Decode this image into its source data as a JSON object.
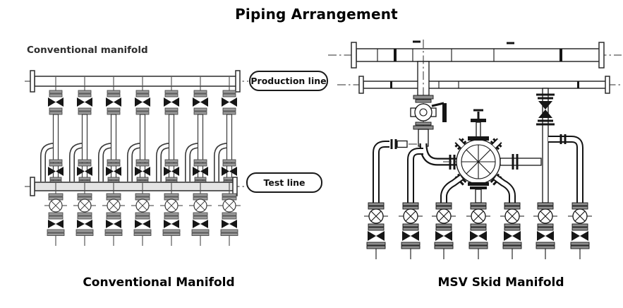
{
  "title": "Piping Arrangement",
  "left": {
    "inline_label": "Conventional manifold",
    "production_line": "Production line",
    "test_line": "Test line",
    "caption": "Conventional Manifold",
    "well_count": 7
  },
  "right": {
    "caption": "MSV Skid Manifold",
    "well_count": 7
  },
  "colors": {
    "ink": "#141414",
    "ink_soft": "#3a3a3a",
    "flange_gray": "#9c9c9c",
    "background": "#ffffff"
  }
}
